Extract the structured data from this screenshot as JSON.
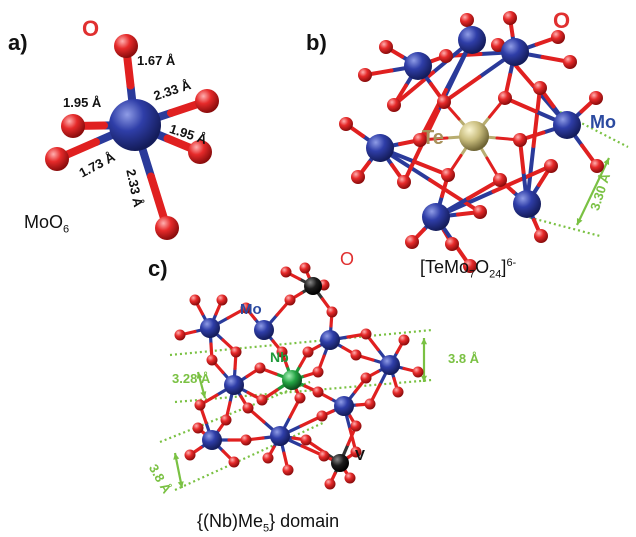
{
  "panel_a": {
    "label": "a)",
    "element_label": "O",
    "bond_lengths": [
      "1.67 Å",
      "1.95 Å",
      "2.33 Å",
      "1.95 Å",
      "1.73 Å",
      "2.33 Å"
    ],
    "formula_main": "MoO",
    "formula_sub": "6"
  },
  "panel_b": {
    "label": "b)",
    "element_o": "O",
    "element_mo": "Mo",
    "element_te": "Te",
    "distance": "3.30 Å",
    "formula_open": "[TeMo",
    "formula_sub1": "7",
    "formula_mid": "O",
    "formula_sub2": "24",
    "formula_close": "]",
    "formula_charge": "6-"
  },
  "panel_c": {
    "label": "c)",
    "element_o": "O",
    "element_mo": "Mo",
    "element_nb": "Nb",
    "element_v": "V",
    "distances": [
      "3.28 Å",
      "3.8 Å",
      "3.8 Å"
    ],
    "caption_main": "{(Nb)Me",
    "caption_sub": "5",
    "caption_end": "} domain"
  },
  "colors": {
    "oxygen": "#e02020",
    "molybdenum": "#2a3a9a",
    "tellurium": "#b8ad70",
    "niobium": "#1f9a3a",
    "vanadium": "#111111",
    "mo_label": "#2b4aa0",
    "o_label": "#e03030",
    "te_label": "#a8915a",
    "nb_label": "#1f9a3a",
    "guide": "#7ac143"
  }
}
